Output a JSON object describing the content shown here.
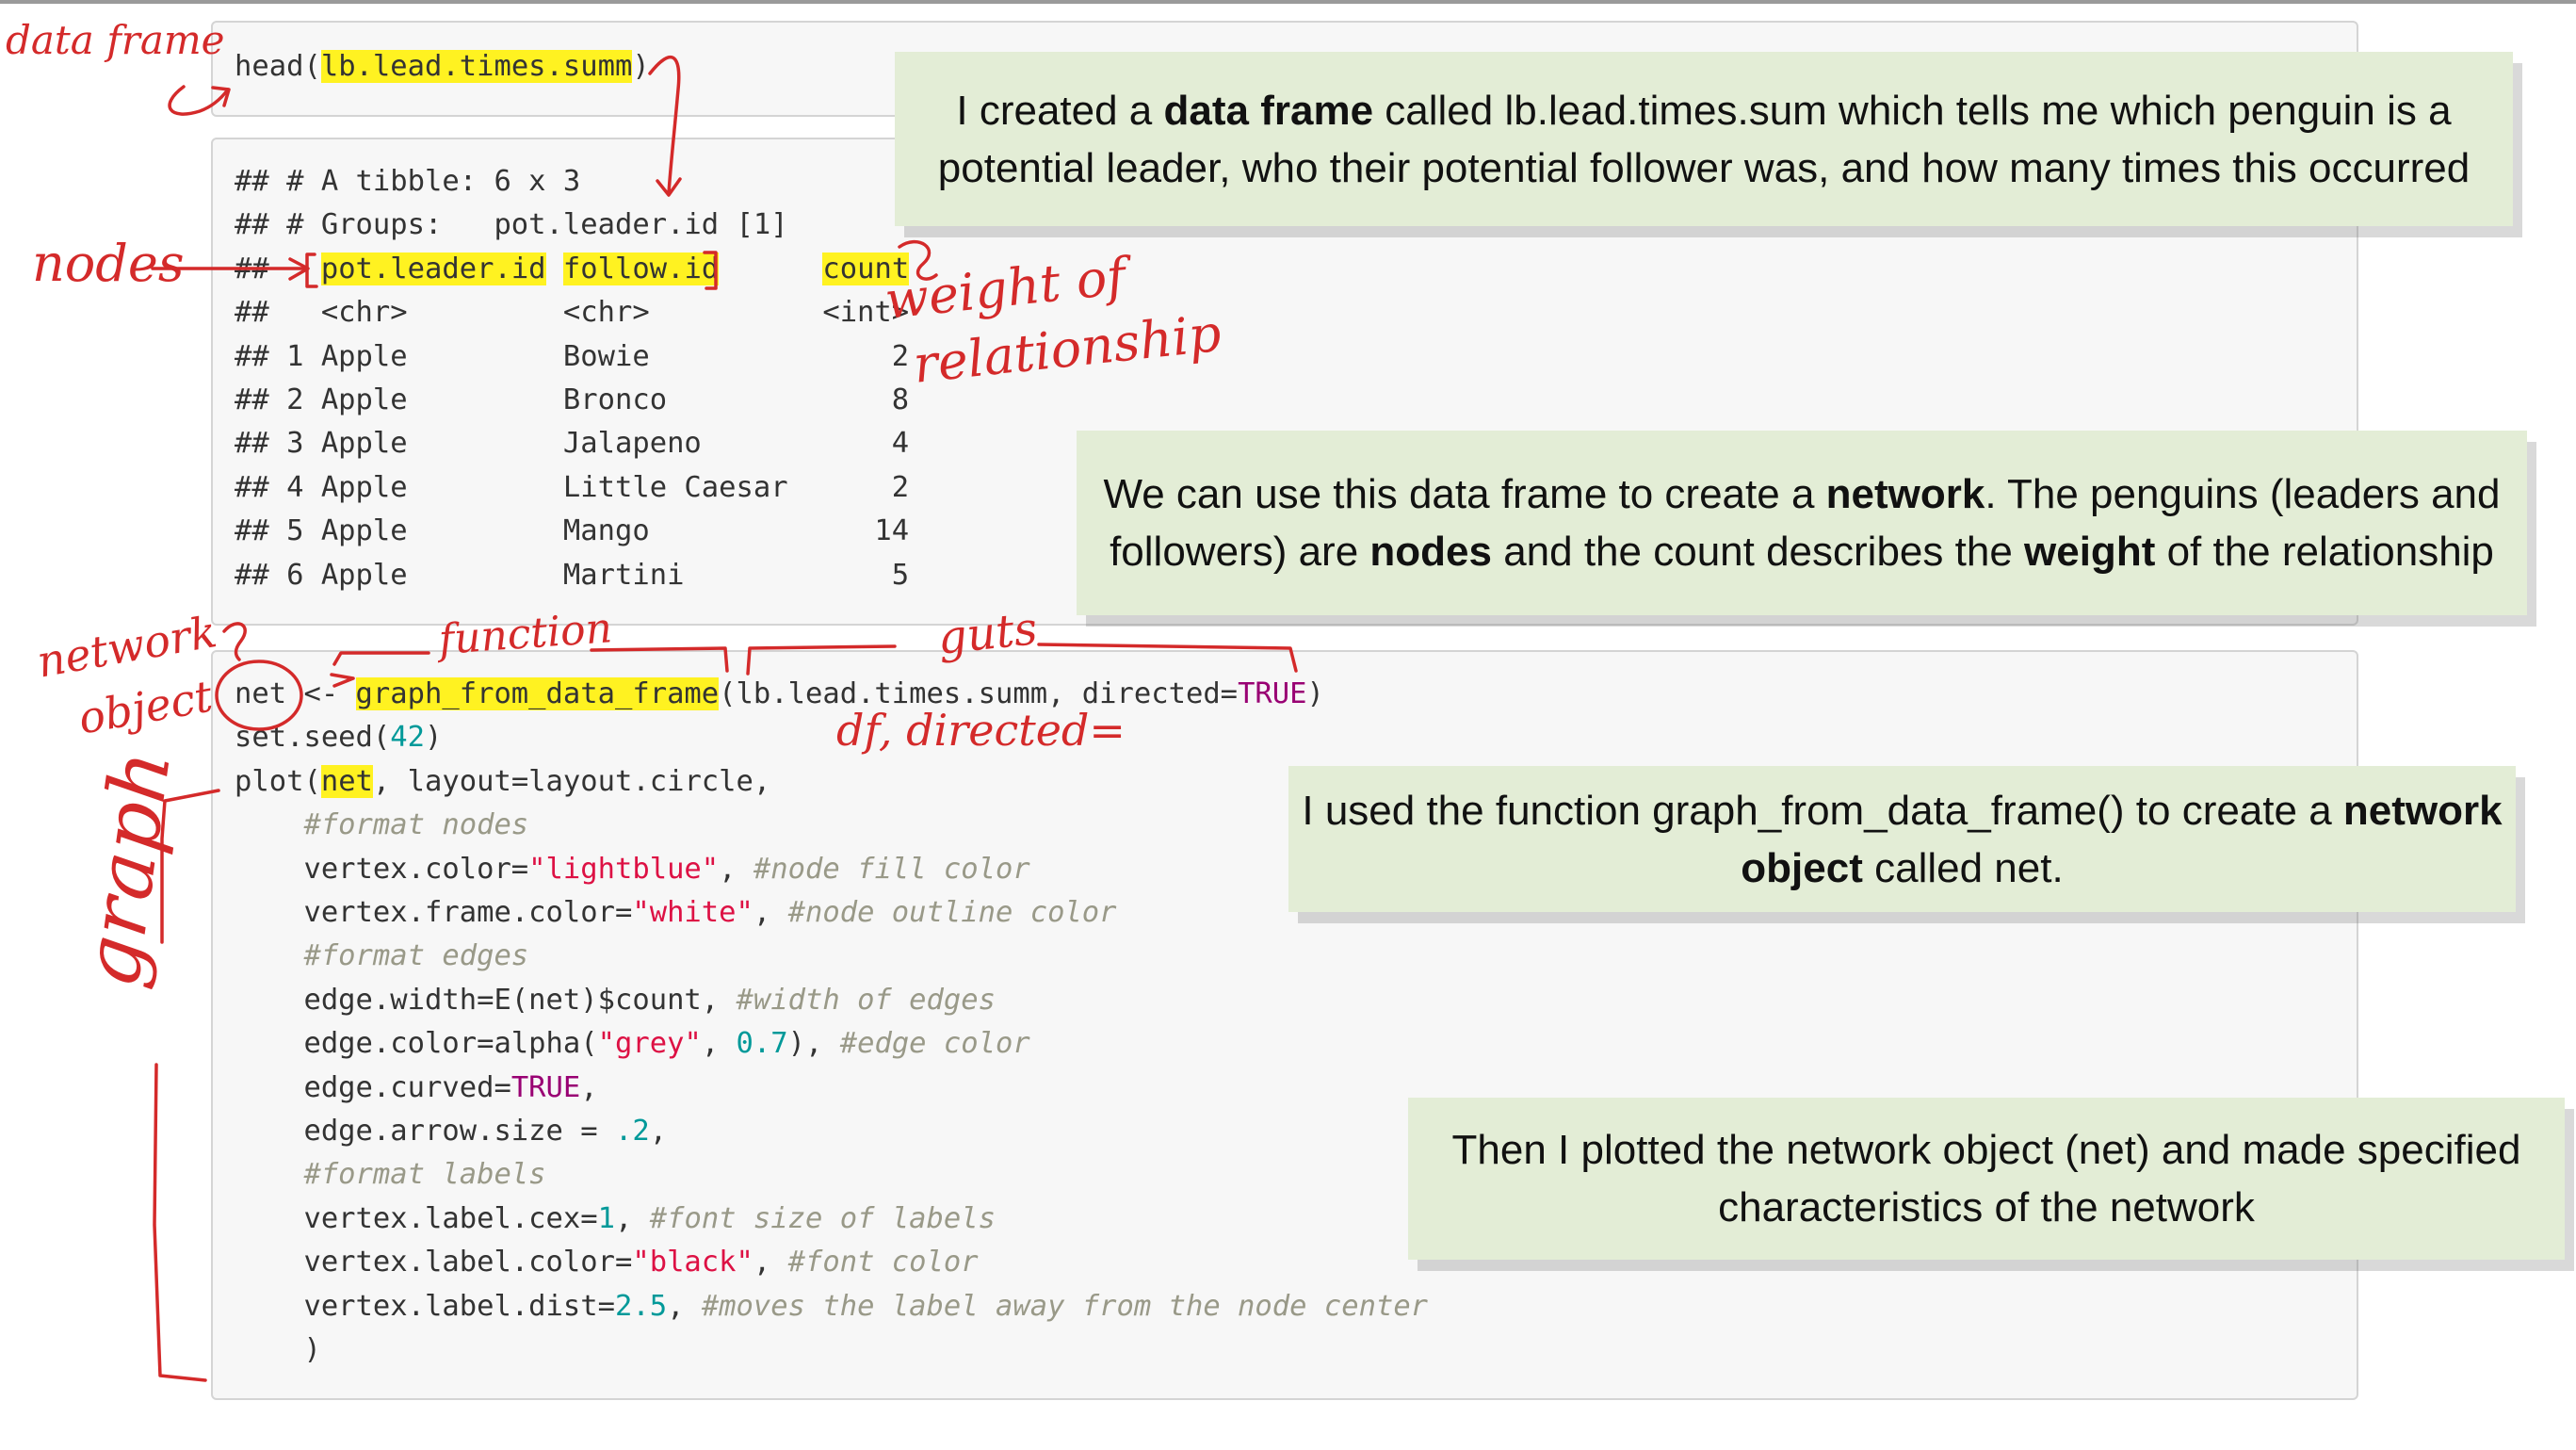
{
  "code_blocks": {
    "head_call": {
      "fn": "head(",
      "arg": "lb.lead.times.summ",
      "close": ")"
    },
    "tibble_output": {
      "line1": "## # A tibble: 6 x 3",
      "line2": "## # Groups:   pot.leader.id [1]",
      "header_prefix": "##   ",
      "col1": "pot.leader.id",
      "col2": "follow.id",
      "col3": "count",
      "types": "##   <chr>         <chr>          <int>",
      "rows": [
        "## 1 Apple         Bowie              2",
        "## 2 Apple         Bronco             8",
        "## 3 Apple         Jalapeno           4",
        "## 4 Apple         Little Caesar      2",
        "## 5 Apple         Mango             14",
        "## 6 Apple         Martini            5"
      ]
    },
    "network_code": {
      "l1_a": "net <- ",
      "l1_fn": "graph_from_data_frame",
      "l1_b": "(lb.lead.times.summ, directed=",
      "l1_true": "TRUE",
      "l1_c": ")",
      "l2_a": "set.seed(",
      "l2_num": "42",
      "l2_b": ")",
      "l3_a": "plot(",
      "l3_net": "net",
      "l3_b": ", layout=layout.circle,",
      "c_nodes": "#format nodes",
      "vc_a": "vertex.color=",
      "vc_str": "\"lightblue\"",
      "vc_b": ", ",
      "vc_com": "#node fill color",
      "vfc_a": "vertex.frame.color=",
      "vfc_str": "\"white\"",
      "vfc_b": ", ",
      "vfc_com": "#node outline color",
      "c_edges": "#format edges",
      "ew_a": "edge.width=E(net)$count, ",
      "ew_com": "#width of edges",
      "ec_a": "edge.color=alpha(",
      "ec_str": "\"grey\"",
      "ec_b": ", ",
      "ec_num": "0.7",
      "ec_c": "), ",
      "ec_com": "#edge color",
      "ecv_a": "edge.curved=",
      "ecv_true": "TRUE",
      "ecv_b": ",",
      "eas_a": "edge.arrow.size = ",
      "eas_num": ".2",
      "eas_b": ",",
      "c_labels": "#format labels",
      "vlc_a": "vertex.label.cex=",
      "vlc_num": "1",
      "vlc_b": ", ",
      "vlc_com": "#font size of labels",
      "vlcol_a": "vertex.label.color=",
      "vlcol_str": "\"black\"",
      "vlcol_b": ", ",
      "vlcol_com": "#font color",
      "vld_a": "vertex.label.dist=",
      "vld_num": "2.5",
      "vld_b": ", ",
      "vld_com": "#moves the label away from the node center",
      "close": ")"
    }
  },
  "notes": {
    "note1": {
      "a": "I created a ",
      "b": "data frame",
      "c": " called lb.lead.times.sum which tells me which penguin is a potential leader, who their potential follower was, and how many times this occurred"
    },
    "note2": {
      "a": "We can use this data frame to create a ",
      "b": "network",
      "c": ". The penguins (leaders and followers) are ",
      "d": "nodes",
      "e": " and the count describes the ",
      "f": "weight",
      "g": " of the relationship"
    },
    "note3": {
      "a": "I used the function graph_from_data_frame() to create a ",
      "b": "network object",
      "c": " called net."
    },
    "note4": {
      "a": "Then I plotted the network object (net) and made specified characteristics of the network"
    }
  },
  "annotations": {
    "data_frame": "data frame",
    "nodes": "nodes",
    "weight1": "weight of",
    "weight2": "relationship",
    "network": "network",
    "object": "object",
    "function": "function",
    "guts": "guts",
    "df_directed": "df, directed=",
    "graph": "graph"
  },
  "colors": {
    "highlight": "#fff221",
    "annotation_ink": "#d42a2a",
    "note_background": "#e3edd6",
    "keyword": "#990073",
    "number": "#009999",
    "string": "#dd1144",
    "comment": "#999988"
  }
}
